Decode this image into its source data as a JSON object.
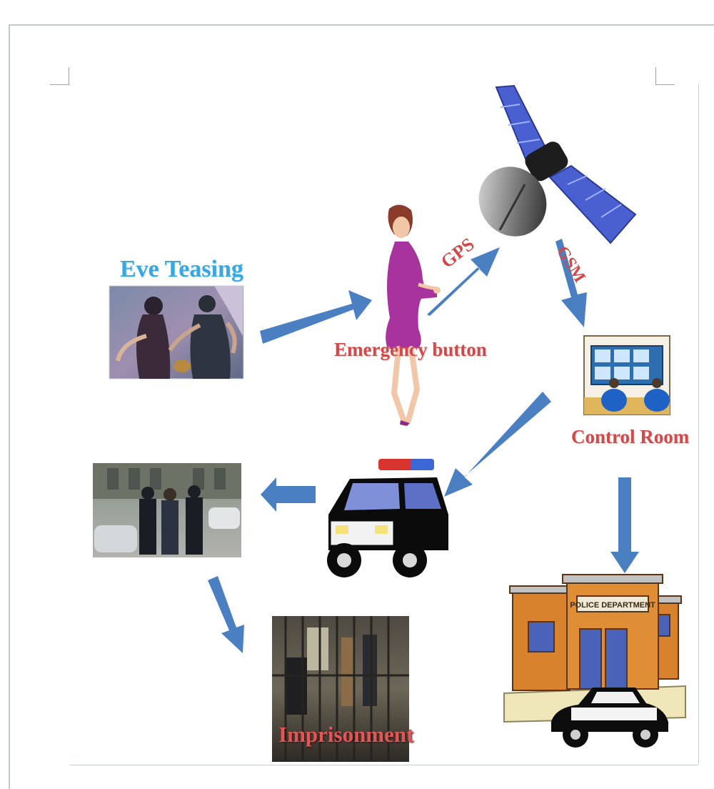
{
  "labels": {
    "eve_teasing": "Eve Teasing",
    "emergency_button": "Emergency button",
    "gps": "GPS",
    "gsm": "GSM",
    "control_room": "Control Room",
    "imprisonment": "Imprisonment",
    "police_department_sign": "POLICE DEPARTMENT"
  },
  "colors": {
    "arrow": "#4a7fc1",
    "label_red": "#cf4a4a",
    "label_blue": "#39a7e0"
  }
}
